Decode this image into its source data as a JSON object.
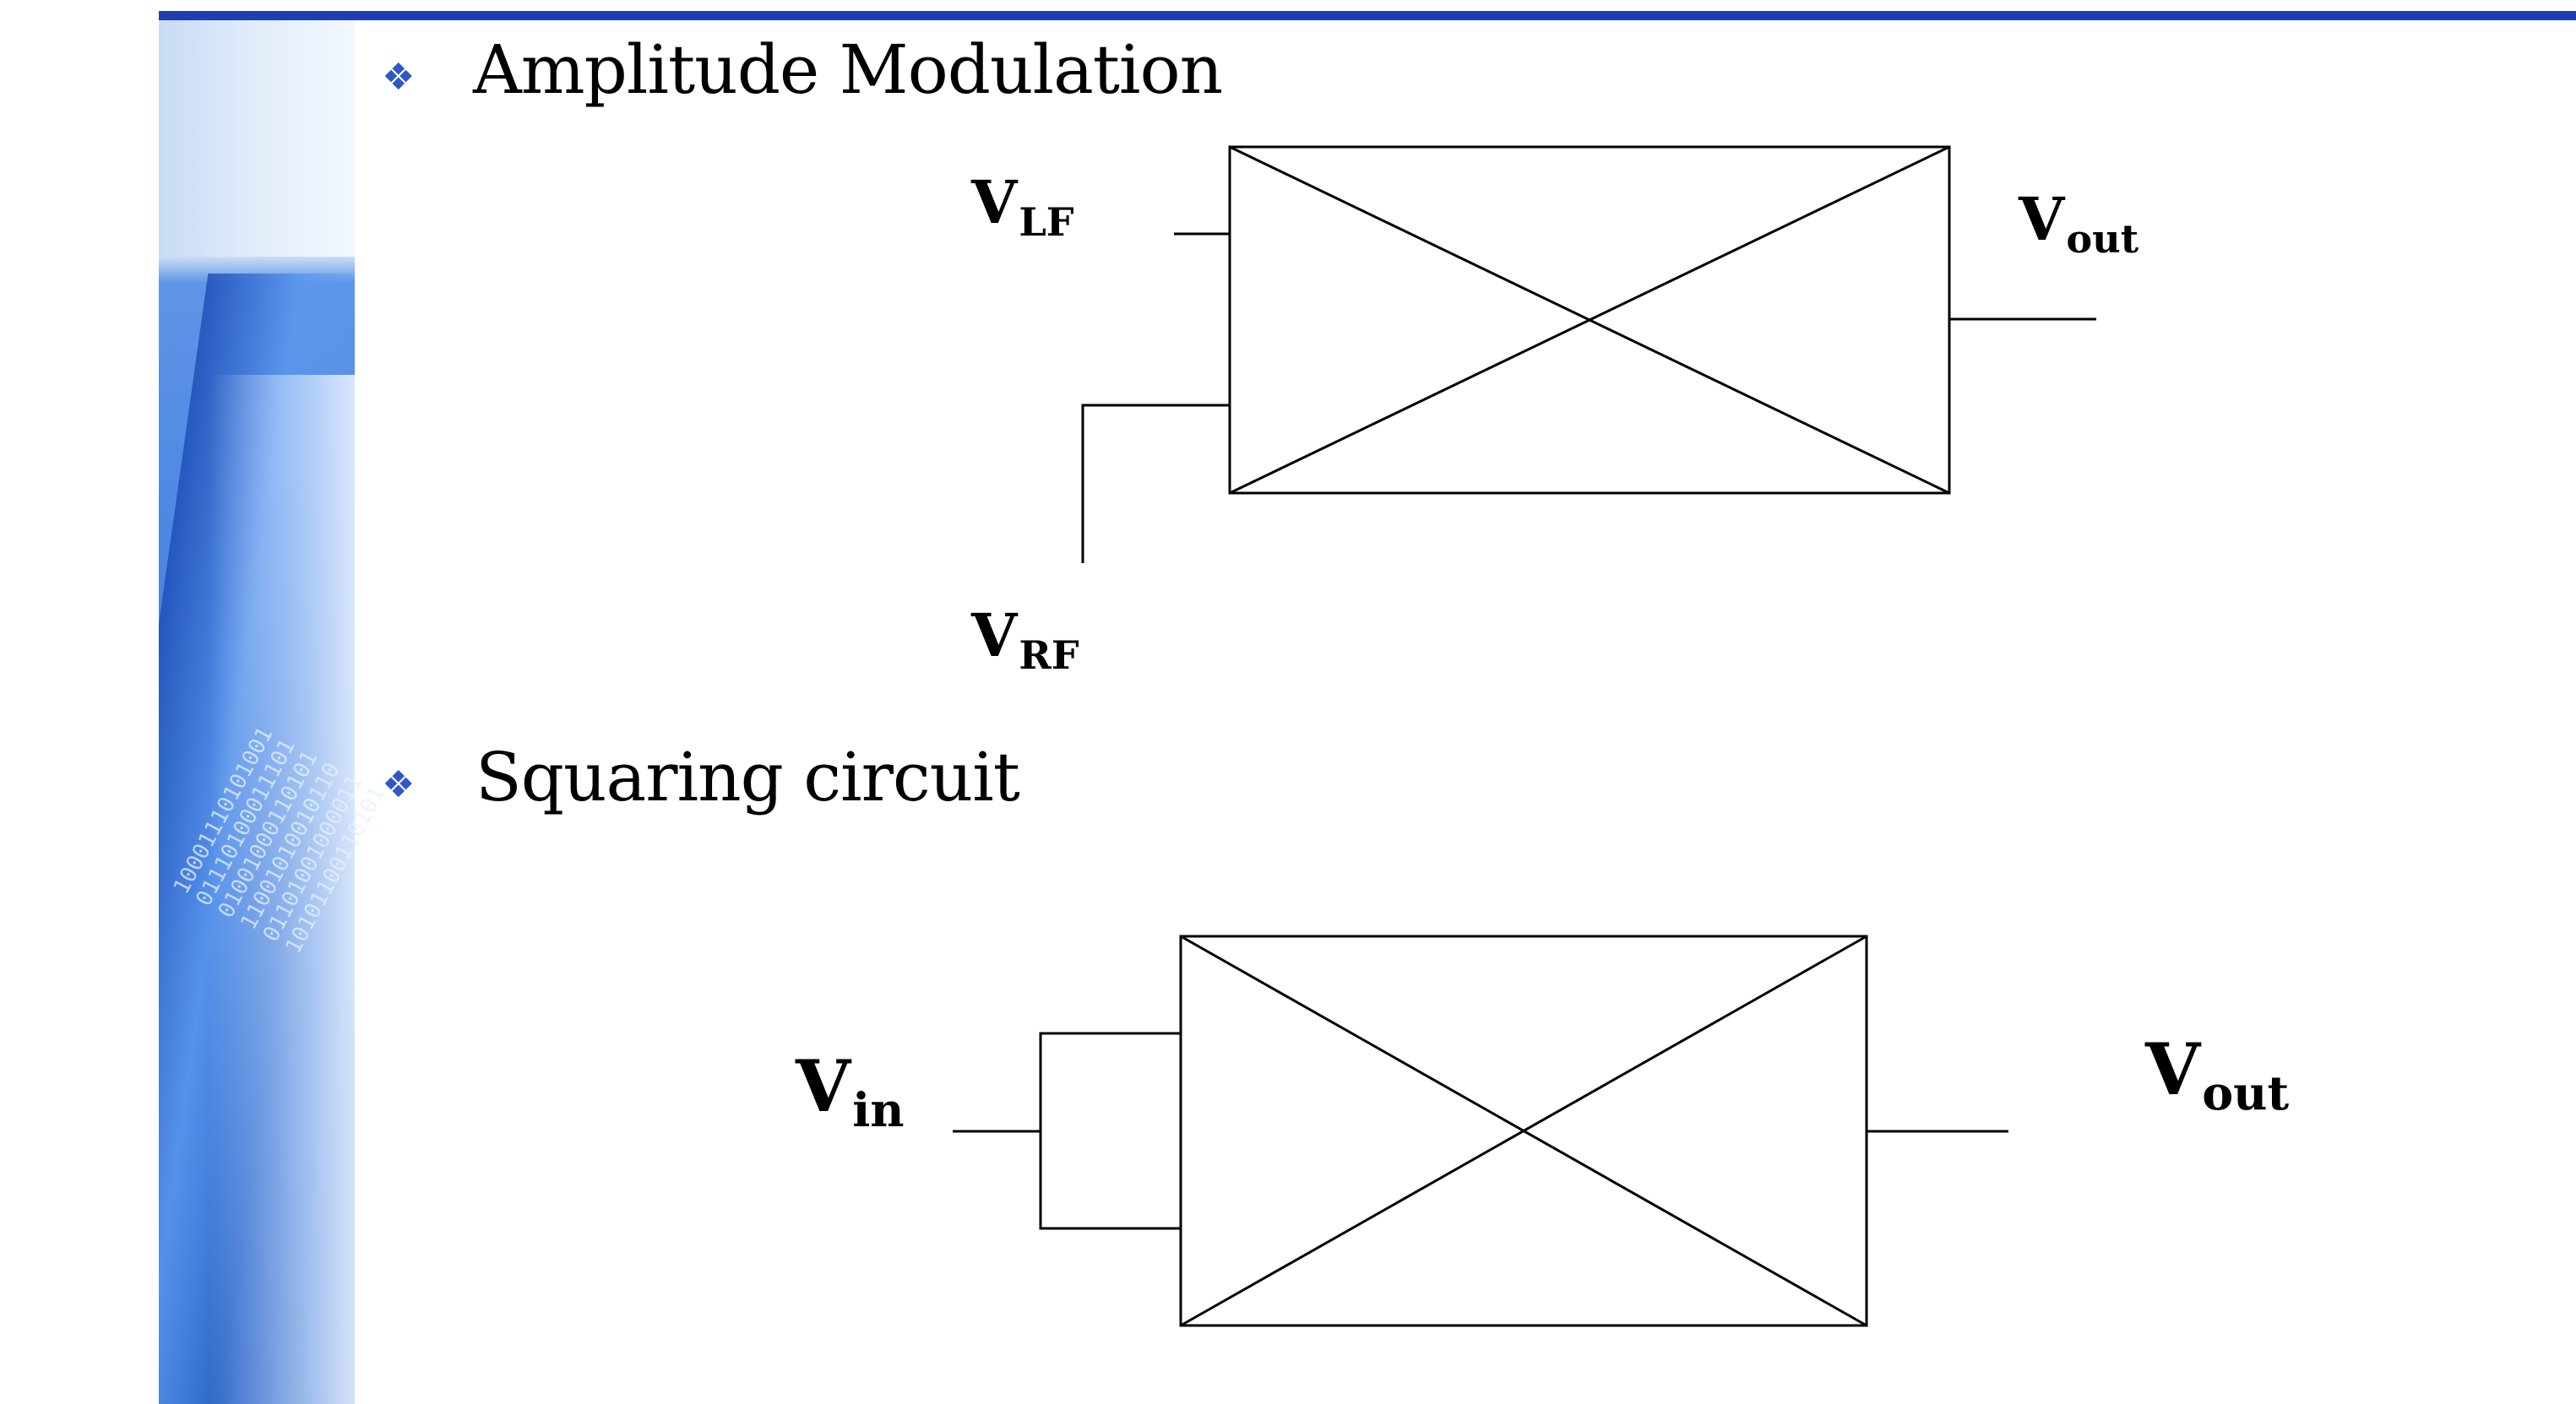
{
  "sections": [
    {
      "bullet_icon": "four-diamond-bullet-icon",
      "title": "Amplitude Modulation",
      "inputs": [
        {
          "main": "V",
          "sub": "LF"
        },
        {
          "main": "V",
          "sub": "RF"
        }
      ],
      "output": {
        "main": "V",
        "sub": "out"
      }
    },
    {
      "bullet_icon": "four-diamond-bullet-icon",
      "title": "Squaring circuit",
      "inputs": [
        {
          "main": "V",
          "sub": "in"
        }
      ],
      "output": {
        "main": "V",
        "sub": "out"
      }
    }
  ],
  "colors": {
    "accent_bar": "#1f3fae",
    "bullet": "#2f58c4",
    "line": "#000000"
  }
}
